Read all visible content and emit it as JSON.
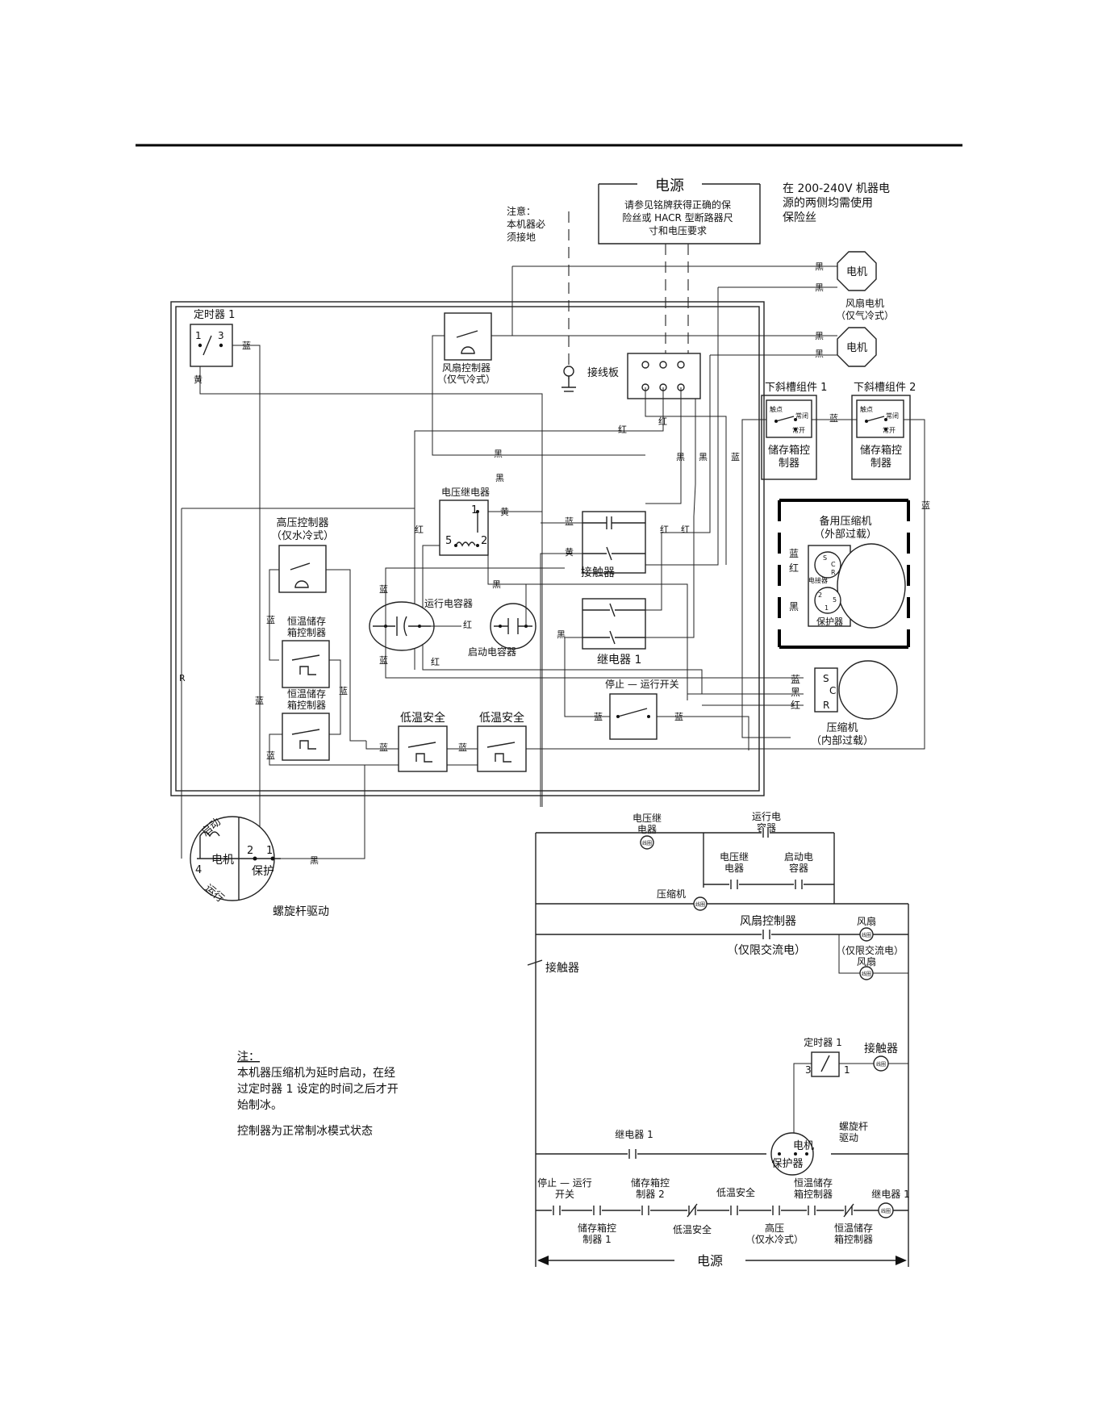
{
  "power": {
    "title": "电源",
    "fuse_note": [
      "请参见铭牌获得正确的保",
      "险丝或 HACR 型断路器尺",
      "寸和电压要求"
    ],
    "voltage_note": [
      "在 200-240V 机器电",
      "源的两侧均需使用",
      "保险丝"
    ],
    "ground_note": [
      "注意：",
      "本机器必",
      "须接地"
    ]
  },
  "motors": {
    "motor": "电机",
    "fan_motor": [
      "风扇电机",
      "（仅气冷式）"
    ]
  },
  "wire_colors": {
    "black": "黑",
    "blue": "蓝",
    "red": "红",
    "yellow": "黄",
    "r": "R"
  },
  "components": {
    "timer1": "定时器 1",
    "timer_pin1": "1",
    "timer_pin3": "3",
    "fan_controller": [
      "风扇控制器",
      "（仅气冷式）"
    ],
    "terminal_board": "接线板",
    "chute1": "下斜槽组件 1",
    "chute2": "下斜槽组件 2",
    "bin_control": [
      "储存箱控",
      "制器"
    ],
    "bin_switch": {
      "contact": "触点",
      "close": "常闭",
      "open": "常开"
    },
    "backup_compressor": [
      "备用压缩机",
      "（外部过载）"
    ],
    "contactor_short": "电接器",
    "protector": "保护器",
    "voltage_relay": "电压继电器",
    "relay_pins": {
      "p1": "1",
      "p2": "2",
      "p5": "5"
    },
    "contactor": "接触器",
    "high_pressure": [
      "高压控制器",
      "（仅水冷式）"
    ],
    "thermostat": [
      "恒温储存",
      "箱控制器"
    ],
    "run_capacitor": "运行电容器",
    "start_capacitor": "启动电容器",
    "relay1": "继电器 1",
    "stop_run_switch": "停止 — 运行开关",
    "low_temp_safety": "低温安全",
    "compressor_pins": {
      "s": "S",
      "c": "C",
      "r": "R"
    },
    "compressor": [
      "压缩机",
      "（内部过载）"
    ],
    "auger_motor": {
      "start": "启动",
      "run": "运行",
      "motor": "电机",
      "protect": "保护",
      "pin1": "1",
      "pin2": "2",
      "pin4": "4"
    },
    "auger_drive": "螺旋杆驱动"
  },
  "ladder": {
    "voltage_relay": [
      "电压继",
      "电器"
    ],
    "run_cap": [
      "运行电",
      "容器"
    ],
    "vr_contact": [
      "电压继",
      "电器"
    ],
    "start_cap": [
      "启动电",
      "容器"
    ],
    "coil": "线圈",
    "compressor": "压缩机",
    "fan_controller": "风扇控制器",
    "ac_only": "（仅限交流电）",
    "fan": "风扇",
    "fan_ac": "（仅限交流电）",
    "fan2": "风扇",
    "contactor": "接触器",
    "timer1": "定时器 1",
    "timer_pin3": "3",
    "timer_pin1": "1",
    "contactor_coil": "接触器",
    "relay1": "继电器 1",
    "motor": "电机",
    "protector": "保护器",
    "auger_drive": [
      "螺旋杆",
      "驱动"
    ],
    "stop_run": [
      "停止 — 运行",
      "开关"
    ],
    "bin_ctrl2": [
      "储存箱控",
      "制器 2"
    ],
    "low_temp_top": "低温安全",
    "thermostat_top": [
      "恒温储存",
      "箱控制器"
    ],
    "relay1_coil": "继电器 1",
    "bin_ctrl1": [
      "储存箱控",
      "制器 1"
    ],
    "low_temp_bottom": "低温安全",
    "high_pressure": [
      "高压",
      "（仅水冷式）"
    ],
    "thermostat_bottom": [
      "恒温储存",
      "箱控制器"
    ],
    "power": "电源"
  },
  "notes": {
    "title": "注：",
    "lines": [
      "本机器压缩机为延时启动，在经",
      "过定时器 1 设定的时间之后才开",
      "始制冰。"
    ],
    "control_state": "控制器为正常制冰模式状态"
  }
}
